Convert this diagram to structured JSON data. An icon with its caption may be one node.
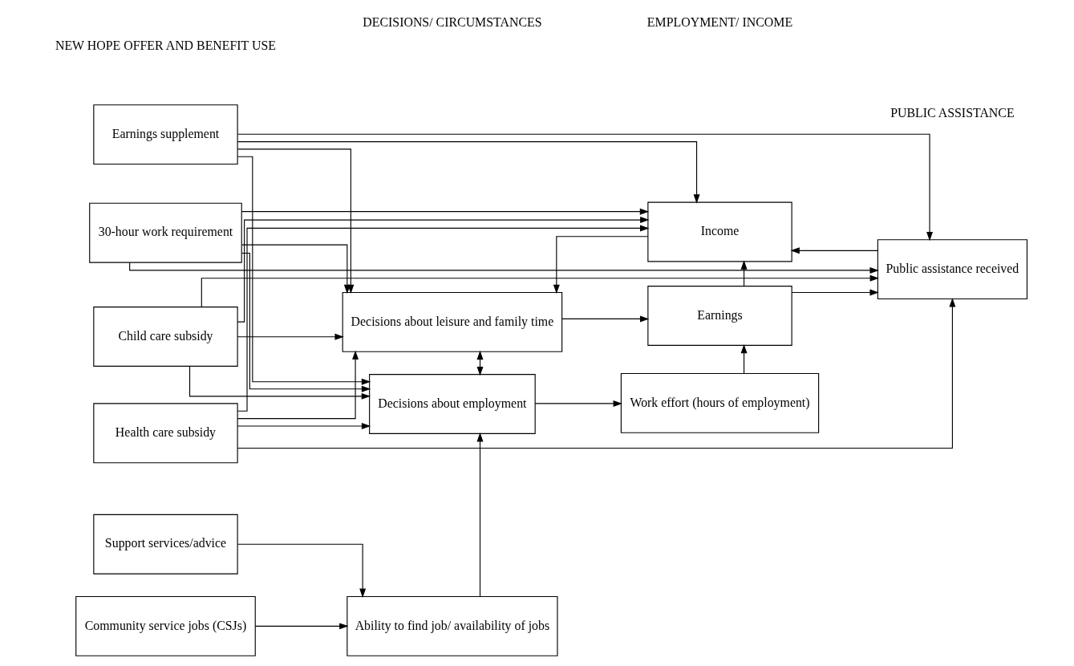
{
  "diagram": {
    "nodes": [
      {
        "text": [
          "Earnings supplement"
        ]
      },
      {
        "text": [
          "30-hour work requirement"
        ]
      },
      {
        "text": [
          "Child care subsidy"
        ]
      },
      {
        "text": [
          "Health care subsidy"
        ]
      },
      {
        "text": [
          "Support services/advice"
        ]
      },
      {
        "text": [
          "Community service jobs (CSJs)"
        ]
      },
      {
        "text": [
          "Decisions about leisure and family time"
        ]
      },
      {
        "text": [
          "Decisions about employment"
        ]
      },
      {
        "text": [
          "Ability to find job/ availability of jobs"
        ]
      },
      {
        "text": [
          "Income"
        ]
      },
      {
        "text": [
          "Earnings"
        ]
      },
      {
        "text": [
          "Work effort (hours of employment)"
        ]
      },
      {
        "text": [
          "Public assistance received"
        ]
      }
    ],
    "edges": [
      {
        "from": 0,
        "to": 6,
        "arrow": "to"
      },
      {
        "from": 1,
        "to": 6,
        "arrow": "to"
      },
      {
        "from": 2,
        "to": 6,
        "arrow": "to"
      },
      {
        "from": 3,
        "to": 6,
        "arrow": "to"
      },
      {
        "from": 0,
        "to": 7,
        "arrow": "to"
      },
      {
        "from": 1,
        "to": 7,
        "arrow": "to"
      },
      {
        "from": 2,
        "to": 7,
        "arrow": "to"
      },
      {
        "from": 3,
        "to": 7,
        "arrow": "to"
      },
      {
        "from": 0,
        "to": 9,
        "arrow": "to"
      },
      {
        "from": 1,
        "to": 9,
        "arrow": "to"
      },
      {
        "from": 2,
        "to": 9,
        "arrow": "to"
      },
      {
        "from": 3,
        "to": 9,
        "arrow": "to"
      },
      {
        "from": 0,
        "to": 12,
        "arrow": "to"
      },
      {
        "from": 1,
        "to": 12,
        "arrow": "to"
      },
      {
        "from": 2,
        "to": 12,
        "arrow": "to"
      },
      {
        "from": 3,
        "to": 12,
        "arrow": "to"
      },
      {
        "from": 4,
        "to": 8,
        "arrow": "to"
      },
      {
        "from": 5,
        "to": 8,
        "arrow": "to"
      },
      {
        "from": 8,
        "to": 7,
        "arrow": "to"
      },
      {
        "from": 6,
        "to": 7,
        "arrow": "both"
      },
      {
        "from": 6,
        "to": 10,
        "arrow": "to"
      },
      {
        "from": 7,
        "to": 11,
        "arrow": "to"
      },
      {
        "from": 11,
        "to": 10,
        "arrow": "to"
      },
      {
        "from": 10,
        "to": 9,
        "arrow": "to"
      },
      {
        "from": 12,
        "to": 9,
        "arrow": "to"
      },
      {
        "from": 9,
        "to": 6,
        "arrow": "to"
      },
      {
        "from": 10,
        "to": 12,
        "arrow": "to"
      }
    ],
    "labels": [
      "NEW HOPE OFFER AND BENEFIT USE",
      "DECISIONS/ CIRCUMSTANCES",
      "EMPLOYMENT/ INCOME",
      "PUBLIC ASSISTANCE"
    ]
  }
}
